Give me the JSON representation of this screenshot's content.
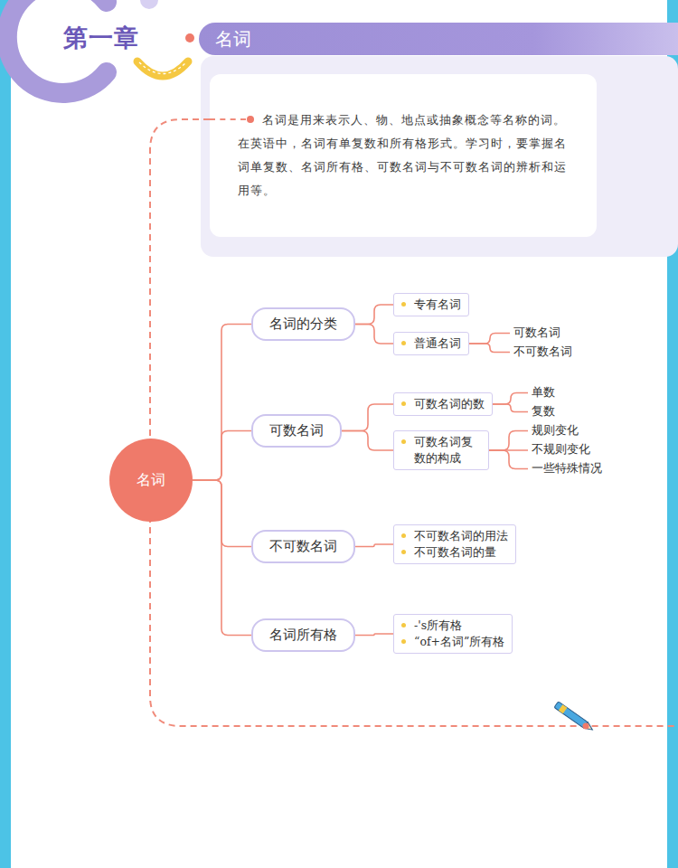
{
  "diagram": {
    "title": "第一章",
    "nodes": [
      {
        "text": [
          "名词"
        ]
      },
      {
        "text": [
          "名词是用来表示人、物、地点或抽象概念等名称的词。在英语中，名词有单复数和所有格形式。学习时，要掌握名词单复数、名词所有格、可数名词与不可数名词的辨析和运用等。"
        ]
      },
      {
        "text": [
          "名词"
        ]
      },
      {
        "text": [
          "名词的分类"
        ]
      },
      {
        "text": [
          "专有名词"
        ]
      },
      {
        "text": [
          "普通名词"
        ]
      },
      {
        "text": [
          "可数名词"
        ]
      },
      {
        "text": [
          "可数名词的数"
        ]
      },
      {
        "text": [
          "可数名词复数的构成"
        ]
      },
      {
        "text": [
          "不可数名词"
        ]
      },
      {
        "text": [
          "不可数名词的用法",
          "不可数名词的量"
        ]
      },
      {
        "text": [
          "名词所有格"
        ]
      },
      {
        "text": [
          "-'s所有格",
          "“of+名词”所有格"
        ]
      }
    ],
    "edges": [
      {
        "from": 2,
        "to": 3,
        "arrow": "none"
      },
      {
        "from": 2,
        "to": 6,
        "arrow": "none"
      },
      {
        "from": 2,
        "to": 9,
        "arrow": "none"
      },
      {
        "from": 2,
        "to": 11,
        "arrow": "none"
      },
      {
        "from": 3,
        "to": 4,
        "arrow": "none"
      },
      {
        "from": 3,
        "to": 5,
        "arrow": "none"
      },
      {
        "from": 6,
        "to": 7,
        "arrow": "none"
      },
      {
        "from": 6,
        "to": 8,
        "arrow": "none"
      },
      {
        "from": 9,
        "to": 10,
        "arrow": "none"
      },
      {
        "from": 11,
        "to": 12,
        "arrow": "none"
      }
    ],
    "labels": [
      "可数名词",
      "不可数名词",
      "单数",
      "复数",
      "规则变化",
      "不规则变化",
      "一些特殊情况"
    ]
  }
}
